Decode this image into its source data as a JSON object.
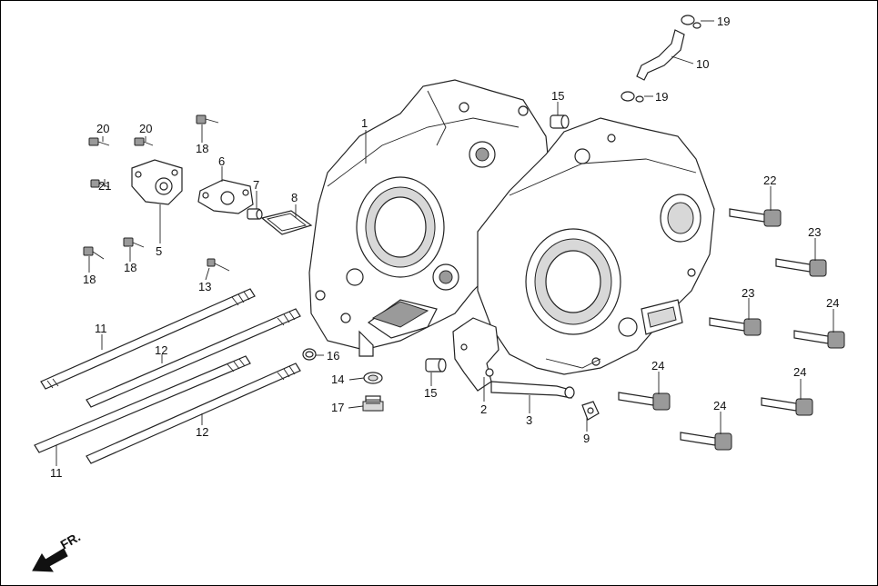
{
  "diagram": {
    "direction_label": "FR.",
    "callouts": {
      "c1": "1",
      "c2": "2",
      "c3": "3",
      "c5": "5",
      "c6": "6",
      "c7": "7",
      "c8": "8",
      "c9": "9",
      "c10": "10",
      "c11a": "11",
      "c11b": "11",
      "c12a": "12",
      "c12b": "12",
      "c13": "13",
      "c14": "14",
      "c15a": "15",
      "c15b": "15",
      "c16": "16",
      "c17": "17",
      "c18a": "18",
      "c18b": "18",
      "c18c": "18",
      "c19a": "19",
      "c19b": "19",
      "c20a": "20",
      "c20b": "20",
      "c21": "21",
      "c22": "22",
      "c23a": "23",
      "c23b": "23",
      "c24a": "24",
      "c24b": "24",
      "c24c": "24",
      "c24d": "24"
    },
    "colors": {
      "line": "#222222",
      "shade": "#d8d8d8",
      "dark": "#9a9a9a",
      "background": "#ffffff"
    }
  }
}
